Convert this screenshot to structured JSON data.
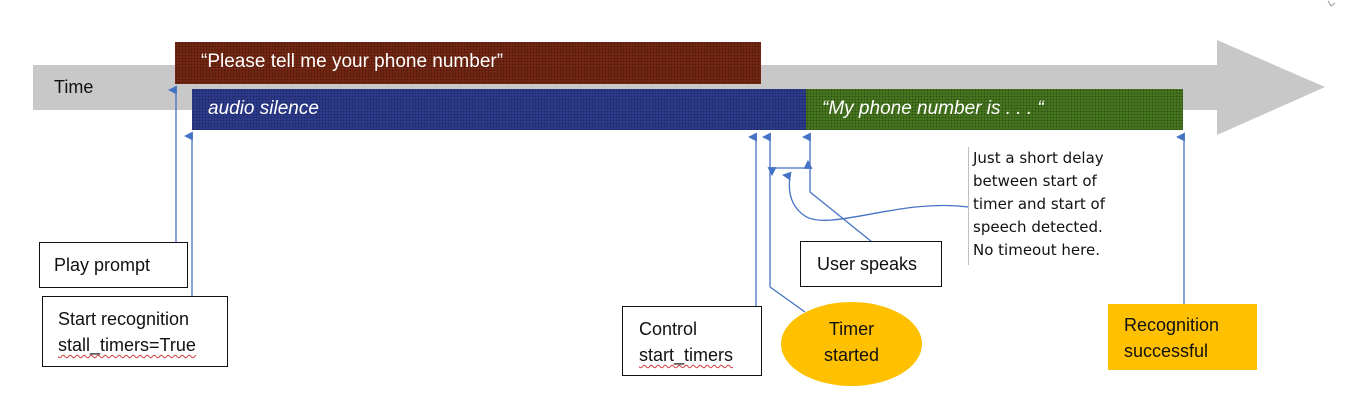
{
  "timeline": {
    "axis_label": "Time",
    "prompt_bar": "“Please tell me your phone number”",
    "silence_bar": "audio silence",
    "user_speech_bar": "“My phone number is . . . “"
  },
  "events": {
    "play_prompt": "Play prompt",
    "start_recognition": [
      "Start recognition",
      "stall_timers=True"
    ],
    "control_start": [
      "Control",
      "start_timers"
    ],
    "timer_started": [
      "Timer",
      "started"
    ],
    "user_speaks": "User speaks",
    "recognition_success": [
      "Recognition",
      "successful"
    ]
  },
  "note": {
    "lines": [
      "Just a short delay",
      "between start of",
      "timer and start of",
      "speech detected.",
      "No timeout here."
    ]
  },
  "colors": {
    "prompt_bar": "#7b2a14",
    "silence_bar": "#2f3f96",
    "user_speech_bar": "#4a7d1f",
    "highlight": "#ffc000",
    "time_arrow": "#c8c8c8",
    "connector": "#4472c4"
  }
}
